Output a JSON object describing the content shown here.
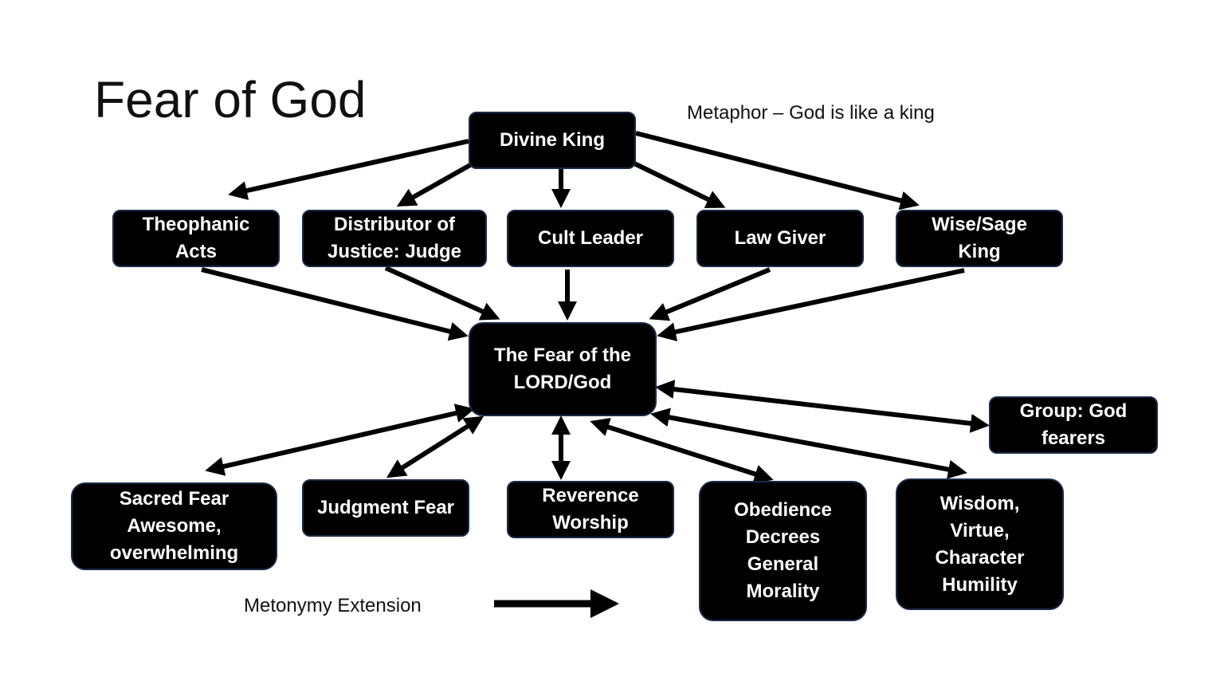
{
  "slide": {
    "title": "Fear of God",
    "metaphor_caption": "Metaphor – God is like a king",
    "legend_label": "Metonymy Extension"
  },
  "nodes": {
    "divine_king": "Divine King",
    "theophanic_acts": "Theophanic\nActs",
    "distributor_of_justice": "Distributor of\nJustice: Judge",
    "cult_leader": "Cult Leader",
    "law_giver": "Law Giver",
    "wise_sage_king": "Wise/Sage\nKing",
    "fear_of_the_lord": "The Fear of the\nLORD/God",
    "group_god_fearers": "Group: God\nfearers",
    "sacred_fear": "Sacred Fear\nAwesome,\noverwhelming",
    "judgment_fear": "Judgment Fear",
    "reverence_worship": "Reverence\nWorship",
    "obedience": "Obedience\nDecrees\nGeneral\nMorality",
    "wisdom": "Wisdom,\nVirtue,\nCharacter\nHumility"
  },
  "colors": {
    "node_fill": "#000000",
    "node_text": "#ffffff",
    "node_border": "#1b2a47",
    "arrow": "#000000"
  }
}
